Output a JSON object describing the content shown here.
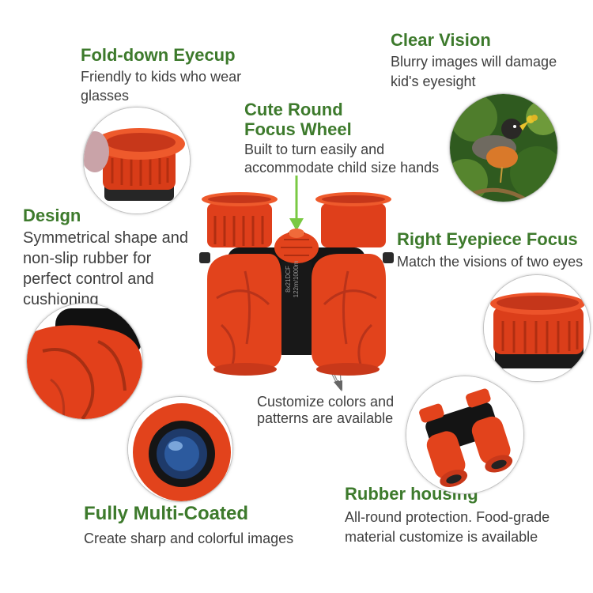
{
  "colors": {
    "title_green": "#3d7a2c",
    "body_text": "#3e3e3e",
    "rubber_orange": "#e8461e",
    "black_body": "#141414",
    "arrow_green": "#7ac943"
  },
  "features": {
    "eyecup": {
      "title": "Fold-down Eyecup",
      "lines": [
        "Friendly to kids who wear",
        "glasses"
      ]
    },
    "vision": {
      "title": "Clear Vision",
      "lines": [
        "Blurry images will damage",
        "kid's eyesight"
      ]
    },
    "focus_wheel": {
      "title_lines": [
        "Cute Round",
        "Focus Wheel"
      ],
      "lines": [
        "Built to turn easily and",
        "accommodate child size hands"
      ]
    },
    "design": {
      "title": "Design",
      "lines": [
        "Symmetrical shape and",
        "non-slip rubber for",
        "perfect control and",
        "cushioning"
      ]
    },
    "eyepiece": {
      "title": "Right Eyepiece Focus",
      "lines": [
        "Match the visions of two eyes"
      ]
    },
    "customize": {
      "lines": [
        "Customize colors and",
        "patterns are available"
      ]
    },
    "coated": {
      "title": "Fully Multi-Coated",
      "lines": [
        "Create sharp and colorful images"
      ]
    },
    "housing": {
      "title": "Rubber housing",
      "lines": [
        "All-round protection. Food-grade",
        "material customize is available"
      ]
    }
  },
  "product": {
    "spec_line1": "8x21DCF",
    "spec_line2": "122m/1000m"
  },
  "icons": {
    "arrow": "down-arrow-icon"
  }
}
